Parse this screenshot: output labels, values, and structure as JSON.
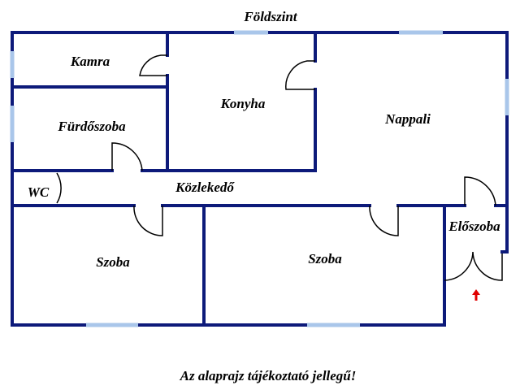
{
  "title": "Földszint",
  "rooms": {
    "kamra": "Kamra",
    "konyha": "Konyha",
    "nappali": "Nappali",
    "furdoszoba": "Fürdőszoba",
    "wc": "WC",
    "kozlekedo": "Közlekedő",
    "eloszoba": "Előszoba",
    "szoba1": "Szoba",
    "szoba2": "Szoba"
  },
  "disclaimer": "Az alaprajz tájékoztató jellegű!",
  "colors": {
    "wall": "#0d1a7a",
    "window": "#a9c6ea",
    "entrance_arrow": "#e00000"
  }
}
